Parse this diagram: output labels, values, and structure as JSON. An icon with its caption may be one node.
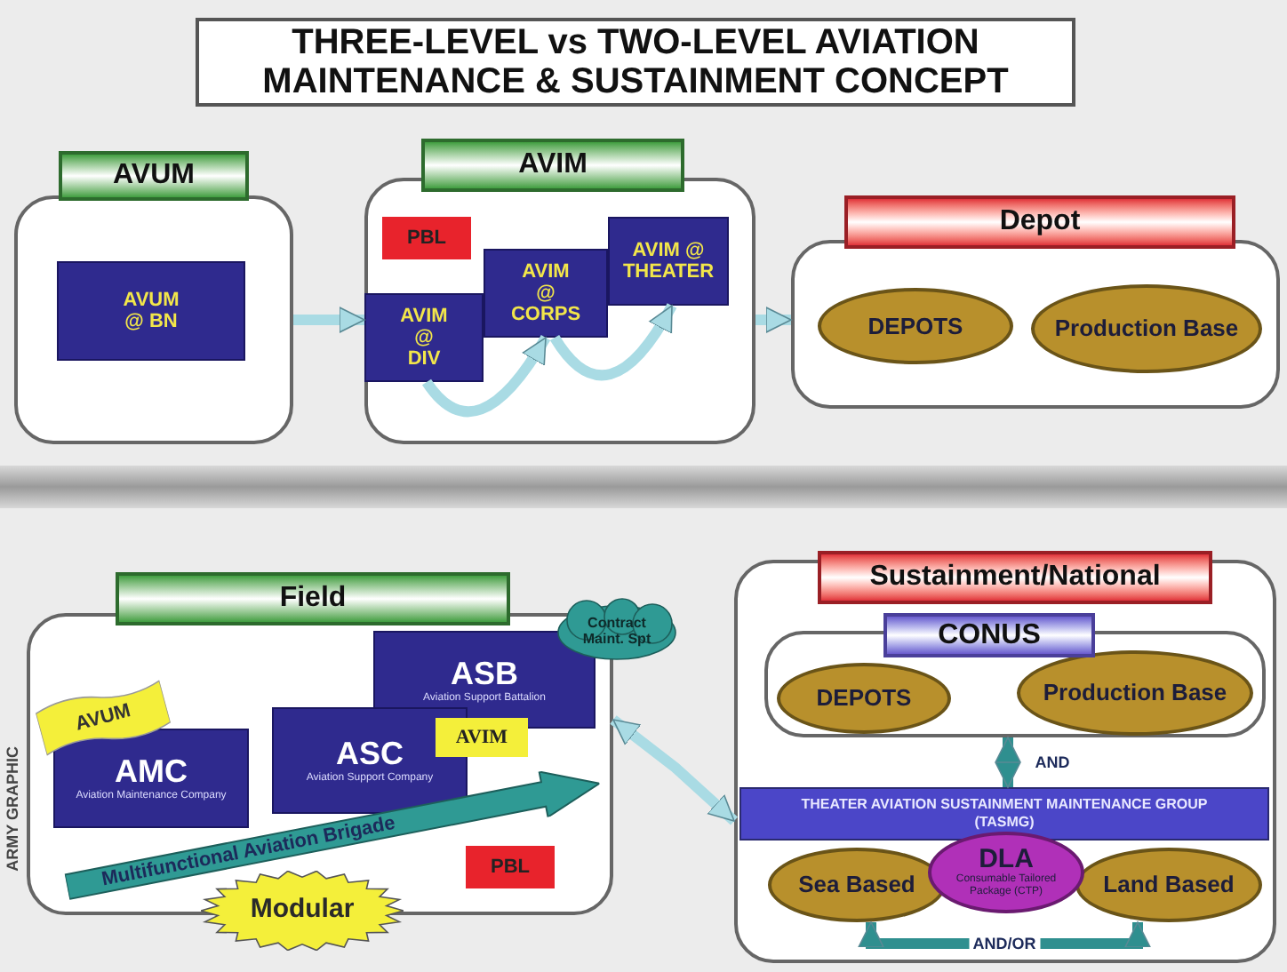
{
  "diagram": {
    "title": "THREE-LEVEL vs TWO-LEVEL AVIATION MAINTENANCE & SUSTAINMENT CONCEPT",
    "nodes": [
      {
        "text": [
          "AVUM"
        ]
      },
      {
        "text": [
          "AVUM @ BN"
        ],
        "in": 0
      },
      {
        "text": [
          "AVIM"
        ]
      },
      {
        "text": [
          "PBL"
        ],
        "in": 2
      },
      {
        "text": [
          "AVIM @ DIV"
        ],
        "in": 2
      },
      {
        "text": [
          "AVIM @ CORPS"
        ],
        "in": 2
      },
      {
        "text": [
          "AVIM @ THEATER"
        ],
        "in": 2
      },
      {
        "text": [
          "Depot"
        ]
      },
      {
        "text": [
          "DEPOTS"
        ],
        "in": 7
      },
      {
        "text": [
          "Production Base"
        ],
        "in": 7
      },
      {
        "text": [
          "Field"
        ]
      },
      {
        "text": [
          "ASB",
          "Aviation Support Battalion"
        ],
        "in": 10
      },
      {
        "text": [
          "AVUM"
        ],
        "in": 10
      },
      {
        "text": [
          "AMC",
          "Aviation Maintenance Company"
        ],
        "in": 10
      },
      {
        "text": [
          "ASC",
          "Aviation Support Company"
        ],
        "in": 10
      },
      {
        "text": [
          "AVIM"
        ],
        "in": 10
      },
      {
        "text": [
          "Multifunctional Aviation Brigade"
        ],
        "in": 10
      },
      {
        "text": [
          "PBL"
        ],
        "in": 10
      },
      {
        "text": [
          "Contract Maint. Spt"
        ]
      },
      {
        "text": [
          "Modular"
        ]
      },
      {
        "text": [
          "Sustainment/National"
        ]
      },
      {
        "text": [
          "CONUS"
        ],
        "in": 20
      },
      {
        "text": [
          "DEPOTS"
        ],
        "in": 21
      },
      {
        "text": [
          "Production Base"
        ],
        "in": 21
      },
      {
        "text": [
          "THEATER AVIATION SUSTAINMENT MAINTENANCE GROUP (TASMG)"
        ],
        "in": 20
      },
      {
        "text": [
          "Sea Based"
        ],
        "in": 20
      },
      {
        "text": [
          "DLA",
          "Consumable Tailored Package (CTP)"
        ],
        "in": 20
      },
      {
        "text": [
          "Land Based"
        ],
        "in": 20
      }
    ],
    "edges": [
      {
        "from": 0,
        "to": 2,
        "arrow": "to"
      },
      {
        "from": 2,
        "to": 7,
        "arrow": "to"
      },
      {
        "from": 4,
        "to": 5,
        "arrow": "to"
      },
      {
        "from": 5,
        "to": 6,
        "arrow": "to"
      },
      {
        "from": 10,
        "to": 20,
        "arrow": "both"
      },
      {
        "from": 21,
        "to": 24,
        "arrow": "both",
        "label": "AND",
        "color": "#2f8f8f"
      },
      {
        "from": 25,
        "to": 27,
        "arrow": "both",
        "label": "AND/OR",
        "color": "#2f8f8f"
      }
    ],
    "labels": [
      "ARMY GRAPHIC"
    ]
  }
}
